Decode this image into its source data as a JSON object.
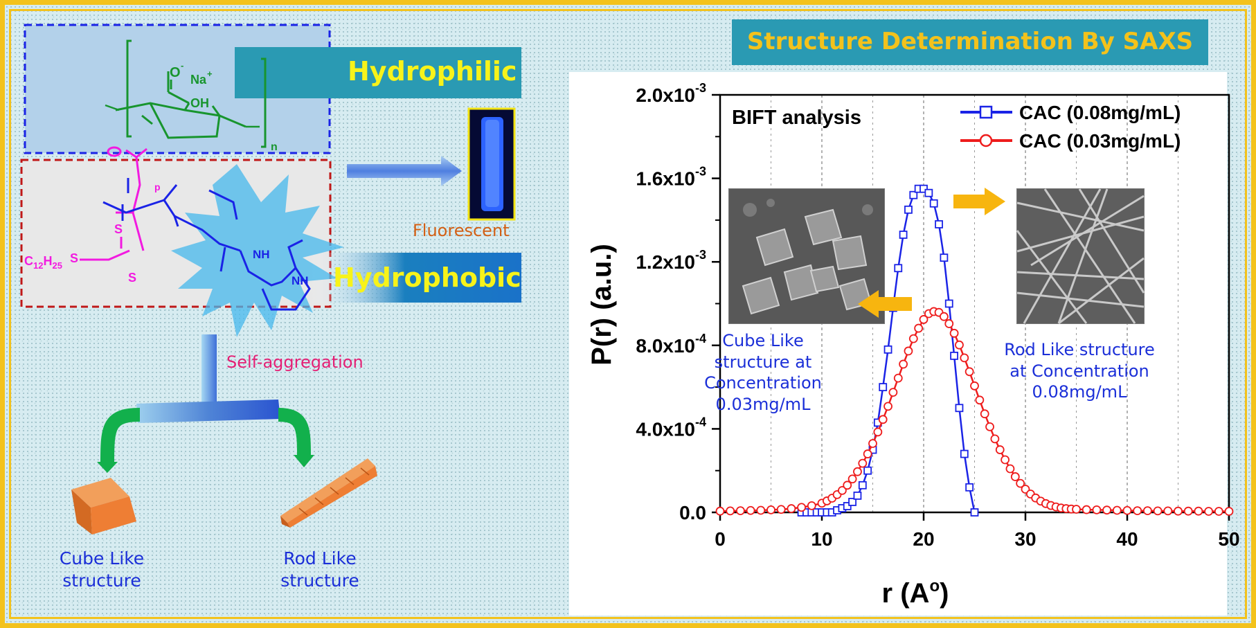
{
  "scheme": {
    "hydrophilic_label": "Hydrophilic",
    "hydrophobic_label": "Hydrophobic",
    "fluorescent_label": "Fluorescent",
    "self_aggregation_label": "Self-aggregation",
    "cube_label_line1": "Cube Like",
    "cube_label_line2": "structure",
    "rod_label_line1": "Rod Like",
    "rod_label_line2": "structure",
    "chem": {
      "o_minus": "O",
      "minus": "-",
      "na": "Na",
      "plus": "+",
      "oh": "OH",
      "n_sub": "n",
      "p_sub": "p",
      "s1": "S",
      "s2": "S",
      "s3": "S",
      "c12h25": "C12H25",
      "nh1": "NH",
      "nh2": "NH"
    }
  },
  "panel": {
    "title": "Structure Determination By SAXS",
    "cube_caption": [
      "Cube Like",
      "structure at",
      "Concentration",
      "0.03mg/mL"
    ],
    "rod_caption": [
      "Rod Like structure",
      "at Concentration",
      "0.08mg/mL"
    ]
  },
  "colors": {
    "series1": "#1a23e6",
    "series2": "#ee1c1c",
    "arrow_gold": "#f7b50f",
    "arrow_green": "#12b04c",
    "title_bg": "#2a9ab3",
    "title_fg": "#f3c21c",
    "hydrophilic_band": "#2a9ab3",
    "hydrophobic_band": "#1a7fbf",
    "chem_green": "#18952e",
    "chem_blue": "#1a23e6",
    "chem_magenta": "#f21ae0"
  },
  "chart_data": {
    "type": "scatter",
    "annotation": "BIFT analysis",
    "xlabel": "r (A°)",
    "ylabel": "P(r) (a.u.)",
    "xlim": [
      0,
      50
    ],
    "ylim": [
      0,
      0.002
    ],
    "xticks": [
      "0",
      "10",
      "20",
      "30",
      "40",
      "50"
    ],
    "yticks": [
      "0.0",
      "4.0x10-4",
      "8.0x10-4",
      "1.2x10-3",
      "1.6x10-3",
      "2.0x10-3"
    ],
    "grid": "vertical dashed",
    "legend_position": "top-right",
    "series": [
      {
        "name": "CAC (0.08mg/mL)",
        "marker": "square",
        "x": [
          8.0,
          8.5,
          9.0,
          9.5,
          10.0,
          10.5,
          11.0,
          11.5,
          12.0,
          12.5,
          13.0,
          13.5,
          14.0,
          14.5,
          15.0,
          15.5,
          16.0,
          16.5,
          17.0,
          17.5,
          18.0,
          18.5,
          19.0,
          19.5,
          20.0,
          20.5,
          21.0,
          21.5,
          22.0,
          22.5,
          23.0,
          23.5,
          24.0,
          24.5,
          25.0
        ],
        "y": [
          0.0,
          0.0,
          0.0,
          0.0,
          0.0,
          0.0,
          0.0,
          1e-05,
          2e-05,
          3e-05,
          5e-05,
          8e-05,
          0.00013,
          0.0002,
          0.0003,
          0.00043,
          0.0006,
          0.00078,
          0.00098,
          0.00117,
          0.00133,
          0.00145,
          0.00152,
          0.00155,
          0.00155,
          0.00153,
          0.00148,
          0.00138,
          0.00122,
          0.001,
          0.00075,
          0.0005,
          0.00028,
          0.00012,
          0.0
        ]
      },
      {
        "name": "CAC (0.03mg/mL)",
        "marker": "circle",
        "x": [
          0.0,
          1.0,
          2.0,
          3.0,
          4.0,
          5.0,
          6.0,
          7.0,
          8.0,
          9.0,
          10.0,
          10.5,
          11.0,
          11.5,
          12.0,
          12.5,
          13.0,
          13.5,
          14.0,
          14.5,
          15.0,
          15.5,
          16.0,
          16.5,
          17.0,
          17.5,
          18.0,
          18.5,
          19.0,
          19.5,
          20.0,
          20.5,
          21.0,
          21.5,
          22.0,
          22.5,
          23.0,
          23.5,
          24.0,
          24.5,
          25.0,
          25.5,
          26.0,
          26.5,
          27.0,
          27.5,
          28.0,
          28.5,
          29.0,
          29.5,
          30.0,
          30.5,
          31.0,
          31.5,
          32.0,
          32.5,
          33.0,
          33.5,
          34.0,
          34.5,
          35.0,
          36.0,
          37.0,
          38.0,
          39.0,
          40.0,
          41.0,
          42.0,
          43.0,
          44.0,
          45.0,
          46.0,
          47.0,
          48.0,
          49.0,
          50.0
        ],
        "y": [
          6e-06,
          7e-06,
          8e-06,
          9e-06,
          1e-05,
          1.2e-05,
          1.4e-05,
          1.8e-05,
          2.4e-05,
          3.2e-05,
          4.4e-05,
          5.5e-05,
          6.8e-05,
          8.5e-05,
          0.000105,
          0.00013,
          0.00016,
          0.000195,
          0.000235,
          0.00028,
          0.00033,
          0.000385,
          0.000445,
          0.000508,
          0.000575,
          0.000643,
          0.00071,
          0.000773,
          0.000832,
          0.000882,
          0.000924,
          0.000952,
          0.000962,
          0.000958,
          0.000938,
          0.000904,
          0.000858,
          0.000802,
          0.00074,
          0.000674,
          0.000606,
          0.000538,
          0.000472,
          0.00041,
          0.000352,
          0.0003,
          0.000252,
          0.000209,
          0.000171,
          0.000139,
          0.000111,
          8.8e-05,
          6.9e-05,
          5.4e-05,
          4.2e-05,
          3.3e-05,
          2.6e-05,
          2.1e-05,
          1.8e-05,
          1.6e-05,
          1.5e-05,
          1.3e-05,
          1.2e-05,
          1.1e-05,
          1e-05,
          9e-06,
          8e-06,
          8e-06,
          7e-06,
          7e-06,
          6e-06,
          6e-06,
          6e-06,
          5e-06,
          5e-06,
          5e-06
        ]
      }
    ]
  }
}
